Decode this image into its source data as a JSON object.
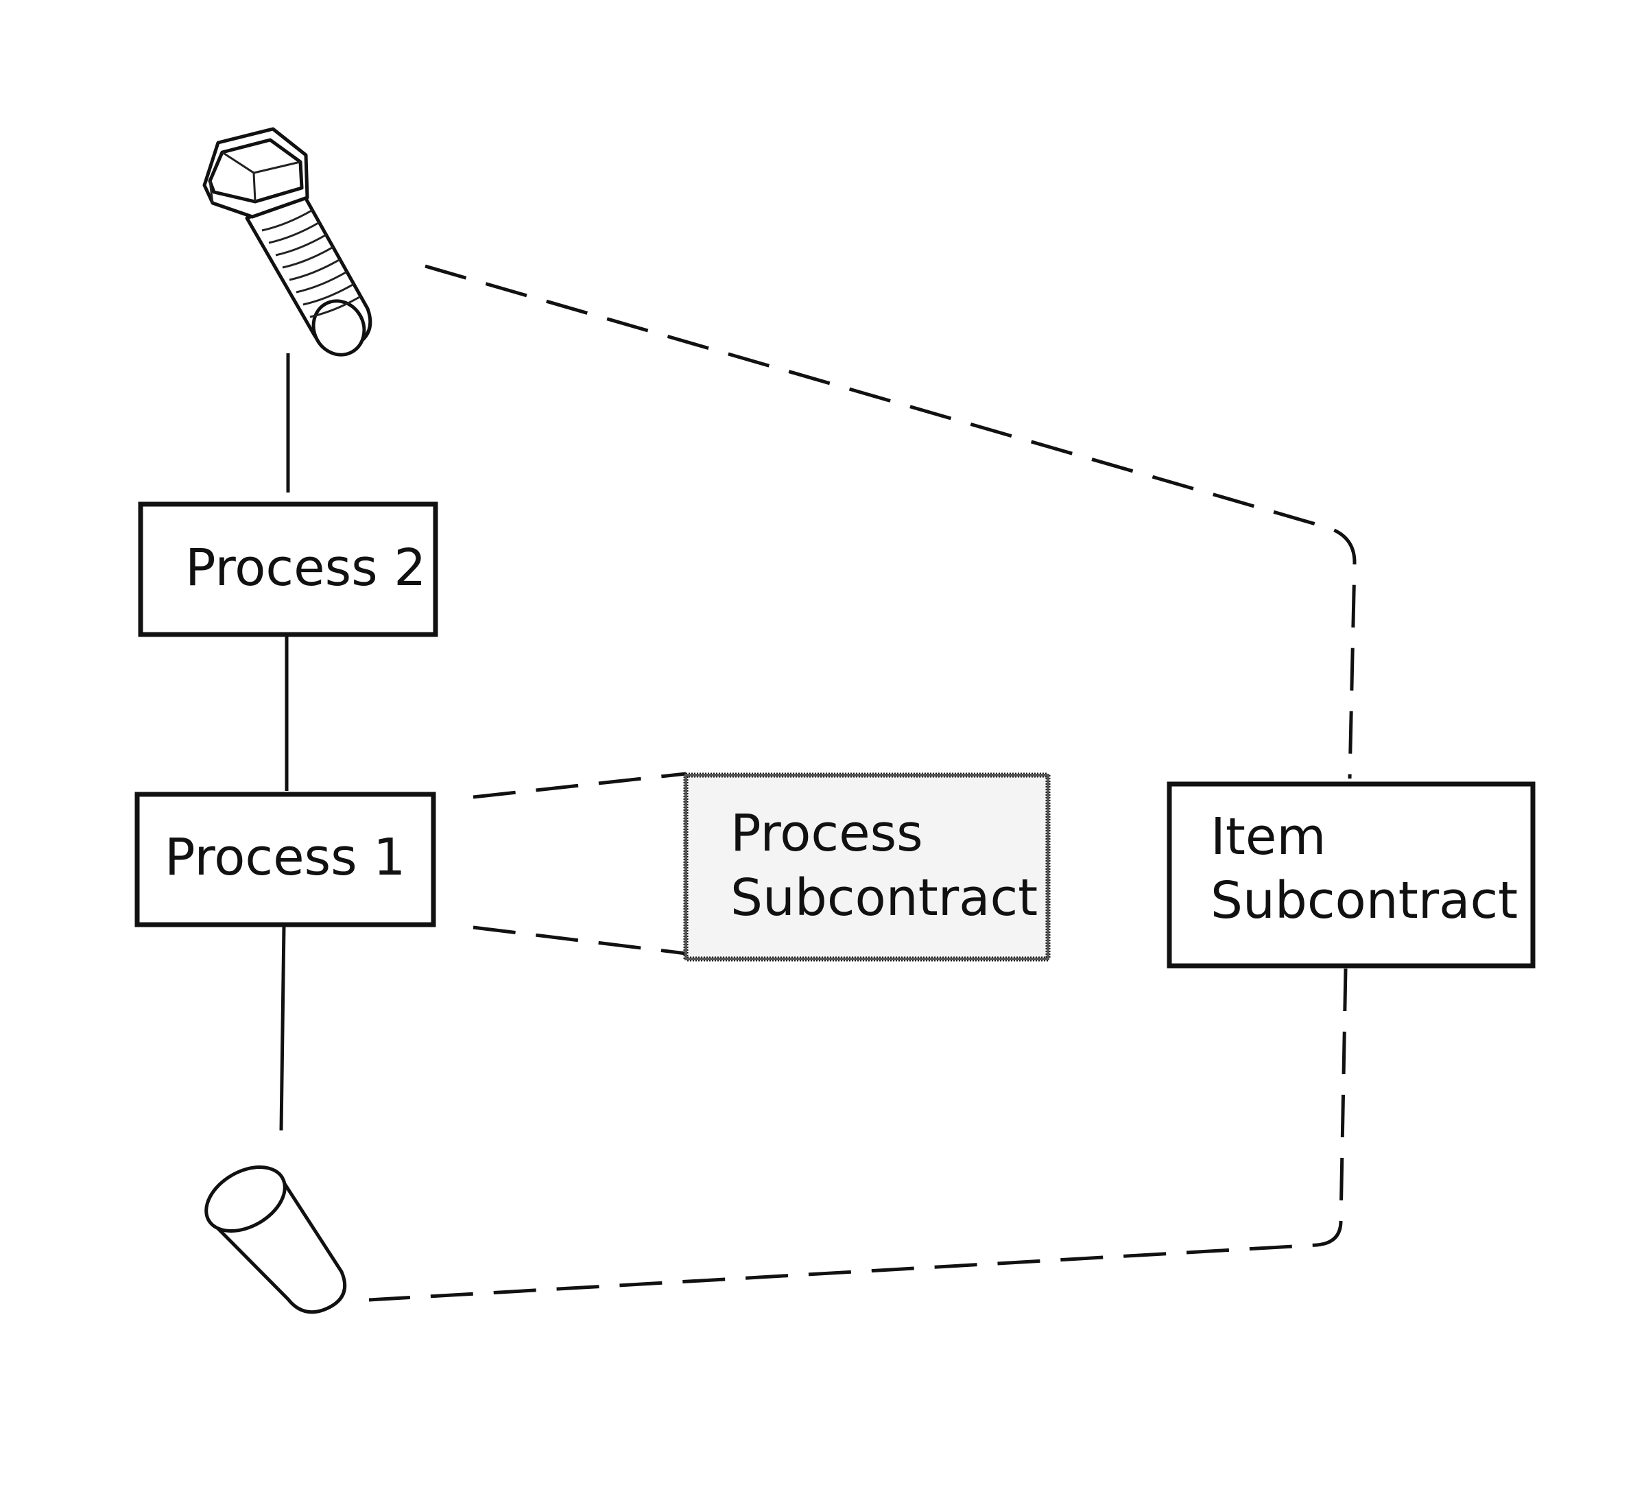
{
  "diagram": {
    "nodes": {
      "process2": {
        "label": "Process 2"
      },
      "process1": {
        "label": "Process 1"
      },
      "process_subcontract": {
        "lines": [
          "Process",
          "Subcontract"
        ]
      },
      "item_subcontract": {
        "lines": [
          "Item",
          "Subcontract"
        ]
      }
    },
    "parts": {
      "top": "bolt-icon",
      "bottom": "cylinder-rod-icon"
    },
    "edges": [
      {
        "from": "bolt",
        "to": "process2",
        "style": "solid"
      },
      {
        "from": "process2",
        "to": "process1",
        "style": "solid"
      },
      {
        "from": "process1",
        "to": "cylinder",
        "style": "solid"
      },
      {
        "from": "process1",
        "to": "process_subcontract",
        "style": "dashed"
      },
      {
        "from": "bolt",
        "to": "item_subcontract",
        "style": "dashed"
      },
      {
        "from": "item_subcontract",
        "to": "cylinder",
        "style": "dashed"
      }
    ],
    "colors": {
      "line": "#111111",
      "process_subcontract_fill": "#f4f4f4",
      "box_fill": "#ffffff"
    }
  }
}
